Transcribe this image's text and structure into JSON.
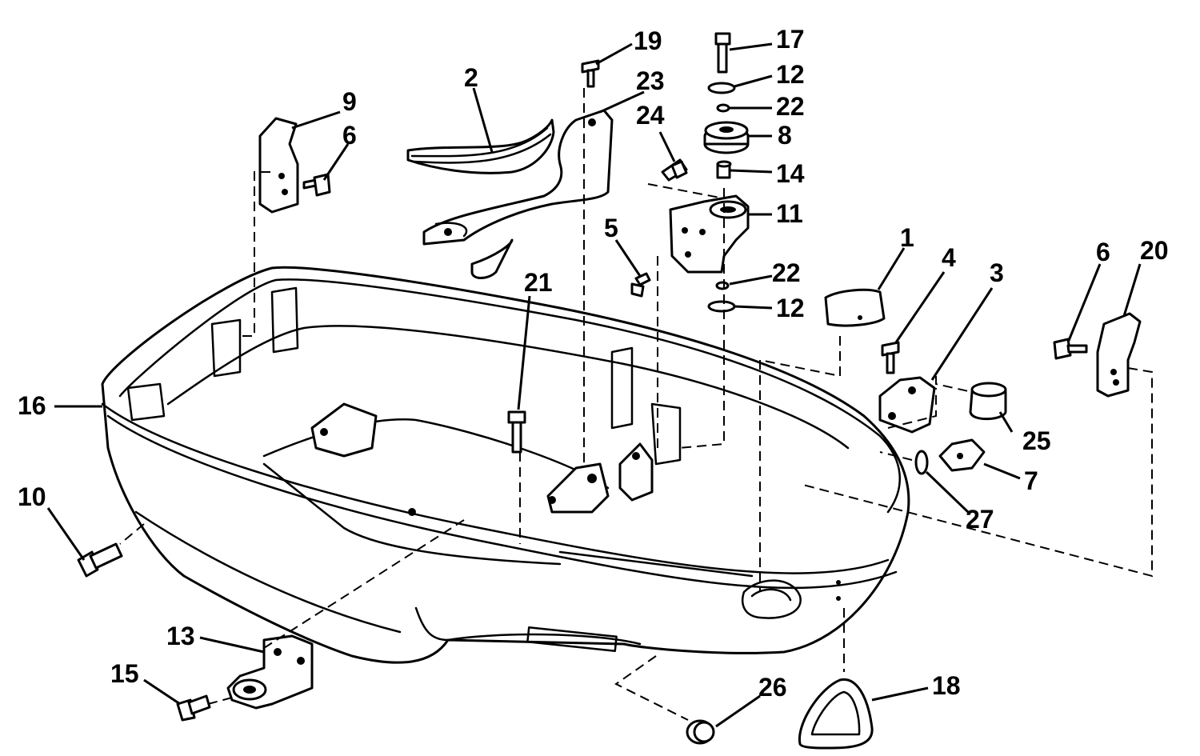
{
  "callouts": [
    {
      "id": "c1",
      "label": "1"
    },
    {
      "id": "c2",
      "label": "2"
    },
    {
      "id": "c3",
      "label": "3"
    },
    {
      "id": "c4",
      "label": "4"
    },
    {
      "id": "c5",
      "label": "5"
    },
    {
      "id": "c6a",
      "label": "6"
    },
    {
      "id": "c6b",
      "label": "6"
    },
    {
      "id": "c7",
      "label": "7"
    },
    {
      "id": "c8",
      "label": "8"
    },
    {
      "id": "c9",
      "label": "9"
    },
    {
      "id": "c10",
      "label": "10"
    },
    {
      "id": "c11",
      "label": "11"
    },
    {
      "id": "c12a",
      "label": "12"
    },
    {
      "id": "c12b",
      "label": "12"
    },
    {
      "id": "c13",
      "label": "13"
    },
    {
      "id": "c14",
      "label": "14"
    },
    {
      "id": "c15",
      "label": "15"
    },
    {
      "id": "c16",
      "label": "16"
    },
    {
      "id": "c17",
      "label": "17"
    },
    {
      "id": "c18",
      "label": "18"
    },
    {
      "id": "c19",
      "label": "19"
    },
    {
      "id": "c20",
      "label": "20"
    },
    {
      "id": "c21",
      "label": "21"
    },
    {
      "id": "c22a",
      "label": "22"
    },
    {
      "id": "c22b",
      "label": "22"
    },
    {
      "id": "c23",
      "label": "23"
    },
    {
      "id": "c24",
      "label": "24"
    },
    {
      "id": "c25",
      "label": "25"
    },
    {
      "id": "c26",
      "label": "26"
    },
    {
      "id": "c27",
      "label": "27"
    }
  ]
}
